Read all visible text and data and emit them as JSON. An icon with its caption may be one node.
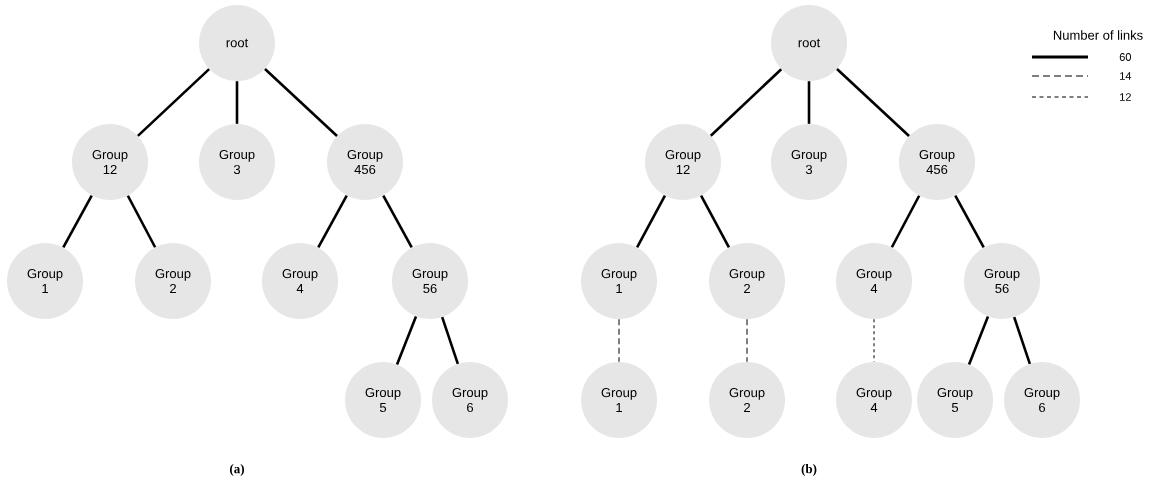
{
  "diagram": {
    "nodes": [
      {
        "text": [
          "root"
        ]
      },
      {
        "text": [
          "Group 12"
        ]
      },
      {
        "text": [
          "Group 3"
        ]
      },
      {
        "text": [
          "Group 456"
        ]
      },
      {
        "text": [
          "Group 1"
        ]
      },
      {
        "text": [
          "Group 2"
        ]
      },
      {
        "text": [
          "Group 4"
        ]
      },
      {
        "text": [
          "Group 56"
        ]
      },
      {
        "text": [
          "Group 5"
        ]
      },
      {
        "text": [
          "Group 6"
        ]
      },
      {
        "text": [
          "root"
        ]
      },
      {
        "text": [
          "Group 12"
        ]
      },
      {
        "text": [
          "Group 3"
        ]
      },
      {
        "text": [
          "Group 456"
        ]
      },
      {
        "text": [
          "Group 1"
        ]
      },
      {
        "text": [
          "Group 2"
        ]
      },
      {
        "text": [
          "Group 4"
        ]
      },
      {
        "text": [
          "Group 56"
        ]
      },
      {
        "text": [
          "Group 1"
        ]
      },
      {
        "text": [
          "Group 2"
        ]
      },
      {
        "text": [
          "Group 4"
        ]
      },
      {
        "text": [
          "Group 5"
        ]
      },
      {
        "text": [
          "Group 6"
        ]
      }
    ],
    "edges": [
      {
        "from": 0,
        "to": 1,
        "arrow": "none"
      },
      {
        "from": 0,
        "to": 2,
        "arrow": "none"
      },
      {
        "from": 0,
        "to": 3,
        "arrow": "none"
      },
      {
        "from": 1,
        "to": 4,
        "arrow": "none"
      },
      {
        "from": 1,
        "to": 5,
        "arrow": "none"
      },
      {
        "from": 3,
        "to": 6,
        "arrow": "none"
      },
      {
        "from": 3,
        "to": 7,
        "arrow": "none"
      },
      {
        "from": 7,
        "to": 8,
        "arrow": "none"
      },
      {
        "from": 7,
        "to": 9,
        "arrow": "none"
      },
      {
        "from": 10,
        "to": 11,
        "arrow": "none"
      },
      {
        "from": 10,
        "to": 12,
        "arrow": "none"
      },
      {
        "from": 10,
        "to": 13,
        "arrow": "none"
      },
      {
        "from": 11,
        "to": 14,
        "arrow": "none"
      },
      {
        "from": 11,
        "to": 15,
        "arrow": "none"
      },
      {
        "from": 13,
        "to": 16,
        "arrow": "none"
      },
      {
        "from": 13,
        "to": 17,
        "arrow": "none"
      },
      {
        "from": 14,
        "to": 18,
        "arrow": "none",
        "style": "dashed"
      },
      {
        "from": 15,
        "to": 19,
        "arrow": "none",
        "style": "dashed"
      },
      {
        "from": 16,
        "to": 20,
        "arrow": "none",
        "style": "dashed"
      },
      {
        "from": 17,
        "to": 21,
        "arrow": "none"
      },
      {
        "from": 17,
        "to": 22,
        "arrow": "none"
      }
    ],
    "labels": [
      "Number of links",
      "(a)",
      "(b)"
    ],
    "legend": [
      {
        "text": "60"
      },
      {
        "text": "14"
      },
      {
        "text": "12"
      }
    ]
  }
}
